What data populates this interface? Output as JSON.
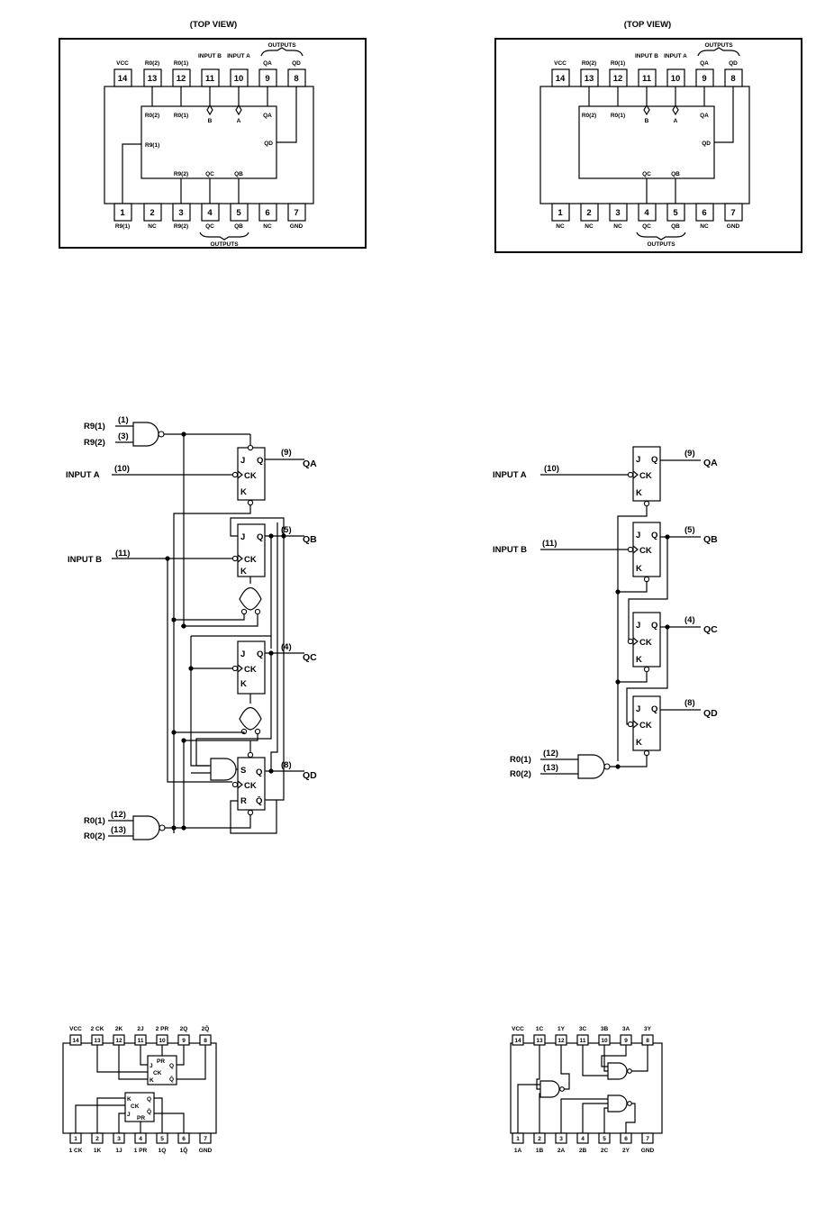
{
  "pinout_1": {
    "title": "(TOP VIEW)",
    "top_pins": [
      {
        "num": "14",
        "label": "VCC"
      },
      {
        "num": "13",
        "label": "R0(2)"
      },
      {
        "num": "12",
        "label": "R0(1)"
      },
      {
        "num": "11",
        "label": "INPUT B"
      },
      {
        "num": "10",
        "label": "INPUT A"
      },
      {
        "num": "9",
        "label": "QA"
      },
      {
        "num": "8",
        "label": "QD"
      }
    ],
    "bottom_pins": [
      {
        "num": "1",
        "label": "R9(1)"
      },
      {
        "num": "2",
        "label": "NC"
      },
      {
        "num": "3",
        "label": "R9(2)"
      },
      {
        "num": "4",
        "label": "QC"
      },
      {
        "num": "5",
        "label": "QB"
      },
      {
        "num": "6",
        "label": "NC"
      },
      {
        "num": "7",
        "label": "GND"
      }
    ],
    "outputs_top": "OUTPUTS",
    "outputs_bottom": "OUTPUTS",
    "inner": {
      "r02": "R0(2)",
      "r01": "R0(1)",
      "b": "B",
      "a": "A",
      "qa": "QA",
      "r91": "R9(1)",
      "qd": "QD",
      "r92": "R9(2)",
      "qc": "QC",
      "qb": "QB"
    }
  },
  "pinout_2": {
    "title": "(TOP VIEW)",
    "top_pins": [
      {
        "num": "14",
        "label": "VCC"
      },
      {
        "num": "13",
        "label": "R0(2)"
      },
      {
        "num": "12",
        "label": "R0(1)"
      },
      {
        "num": "11",
        "label": "INPUT B"
      },
      {
        "num": "10",
        "label": "INPUT A"
      },
      {
        "num": "9",
        "label": "QA"
      },
      {
        "num": "8",
        "label": "QD"
      }
    ],
    "bottom_pins": [
      {
        "num": "1",
        "label": "NC"
      },
      {
        "num": "2",
        "label": "NC"
      },
      {
        "num": "3",
        "label": "NC"
      },
      {
        "num": "4",
        "label": "QC"
      },
      {
        "num": "5",
        "label": "QB"
      },
      {
        "num": "6",
        "label": "NC"
      },
      {
        "num": "7",
        "label": "GND"
      }
    ],
    "outputs_top": "OUTPUTS",
    "outputs_bottom": "OUTPUTS",
    "inner": {
      "r02": "R0(2)",
      "r01": "R0(1)",
      "b": "B",
      "a": "A",
      "qa": "QA",
      "qd": "QD",
      "qc": "QC",
      "qb": "QB"
    }
  },
  "logic_1": {
    "inputs": {
      "r91": "R9(1)",
      "r91_pin": "(1)",
      "r92": "R9(2)",
      "r92_pin": "(3)",
      "input_a": "INPUT A",
      "input_a_pin": "(10)",
      "input_b": "INPUT B",
      "input_b_pin": "(11)",
      "r01": "R0(1)",
      "r01_pin": "(12)",
      "r02": "R0(2)",
      "r02_pin": "(13)"
    },
    "outputs": [
      {
        "pin": "(9)",
        "label": "QA"
      },
      {
        "pin": "(5)",
        "label": "QB"
      },
      {
        "pin": "(4)",
        "label": "QC"
      },
      {
        "pin": "(8)",
        "label": "QD"
      }
    ],
    "ff": {
      "j": "J",
      "k": "K",
      "q": "Q",
      "ck": "CK",
      "s": "S",
      "r": "R",
      "qbar": "Q̄"
    }
  },
  "logic_2": {
    "inputs": {
      "input_a": "INPUT A",
      "input_a_pin": "(10)",
      "input_b": "INPUT B",
      "input_b_pin": "(11)",
      "r01": "R0(1)",
      "r01_pin": "(12)",
      "r02": "R0(2)",
      "r02_pin": "(13)"
    },
    "outputs": [
      {
        "pin": "(9)",
        "label": "QA"
      },
      {
        "pin": "(5)",
        "label": "QB"
      },
      {
        "pin": "(4)",
        "label": "QC"
      },
      {
        "pin": "(8)",
        "label": "QD"
      }
    ],
    "ff": {
      "j": "J",
      "k": "K",
      "q": "Q",
      "ck": "CK"
    }
  },
  "pinout_3": {
    "top_pins": [
      {
        "num": "14",
        "label": "VCC"
      },
      {
        "num": "13",
        "label": "2 CK"
      },
      {
        "num": "12",
        "label": "2K"
      },
      {
        "num": "11",
        "label": "2J"
      },
      {
        "num": "10",
        "label": "2 PR"
      },
      {
        "num": "9",
        "label": "2Q"
      },
      {
        "num": "8",
        "label": "2Q̄"
      }
    ],
    "bottom_pins": [
      {
        "num": "1",
        "label": "1 CK"
      },
      {
        "num": "2",
        "label": "1K"
      },
      {
        "num": "3",
        "label": "1J"
      },
      {
        "num": "4",
        "label": "1 PR"
      },
      {
        "num": "5",
        "label": "1Q"
      },
      {
        "num": "6",
        "label": "1Q̄"
      },
      {
        "num": "7",
        "label": "GND"
      }
    ],
    "ff": {
      "pr": "PR",
      "j": "J",
      "k": "K",
      "q": "Q",
      "qbar": "Q̄",
      "ck": "CK"
    }
  },
  "pinout_4": {
    "top_pins": [
      {
        "num": "14",
        "label": "VCC"
      },
      {
        "num": "13",
        "label": "1C"
      },
      {
        "num": "12",
        "label": "1Y"
      },
      {
        "num": "11",
        "label": "3C"
      },
      {
        "num": "10",
        "label": "3B"
      },
      {
        "num": "9",
        "label": "3A"
      },
      {
        "num": "8",
        "label": "3Y"
      }
    ],
    "bottom_pins": [
      {
        "num": "1",
        "label": "1A"
      },
      {
        "num": "2",
        "label": "1B"
      },
      {
        "num": "3",
        "label": "2A"
      },
      {
        "num": "4",
        "label": "2B"
      },
      {
        "num": "5",
        "label": "2C"
      },
      {
        "num": "6",
        "label": "2Y"
      },
      {
        "num": "7",
        "label": "GND"
      }
    ]
  }
}
